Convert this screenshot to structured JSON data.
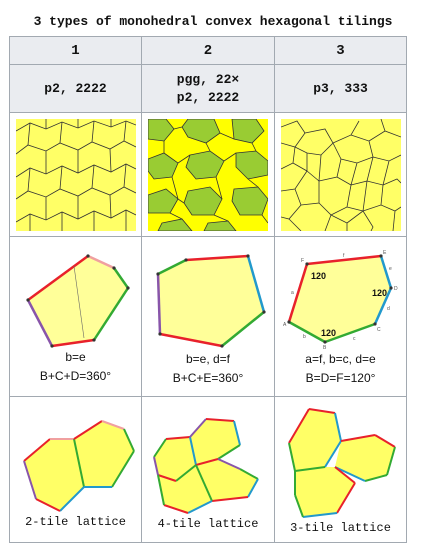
{
  "caption": "3 types of monohedral convex hexagonal tilings",
  "columns": [
    {
      "number": "1",
      "groups": [
        "p2, 2222"
      ],
      "conditions": [
        "b=e",
        "B+C+D=360°"
      ],
      "lattice": "2-tile lattice"
    },
    {
      "number": "2",
      "groups": [
        "pgg, 22×",
        "p2, 2222"
      ],
      "conditions": [
        "b=e, d=f",
        "B+C+E=360°"
      ],
      "lattice": "4-tile lattice"
    },
    {
      "number": "3",
      "groups": [
        "p3, 333"
      ],
      "conditions": [
        "a=f, b=c, d=e",
        "B=D=F=120°"
      ],
      "angle_labels": [
        "120",
        "120",
        "120"
      ],
      "vertex_labels": [
        "A",
        "B",
        "C",
        "D",
        "E",
        "F"
      ],
      "side_labels": [
        "a",
        "b",
        "c",
        "d",
        "e",
        "f"
      ],
      "lattice": "3-tile lattice"
    }
  ],
  "colors": {
    "tile": "#ffff66",
    "tile_green": "#99cc33",
    "edge_red": "#e8212b",
    "edge_green": "#33aa33",
    "edge_blue": "#2299cc",
    "edge_purple": "#8855aa",
    "edge_pink": "#f0a0a0"
  }
}
